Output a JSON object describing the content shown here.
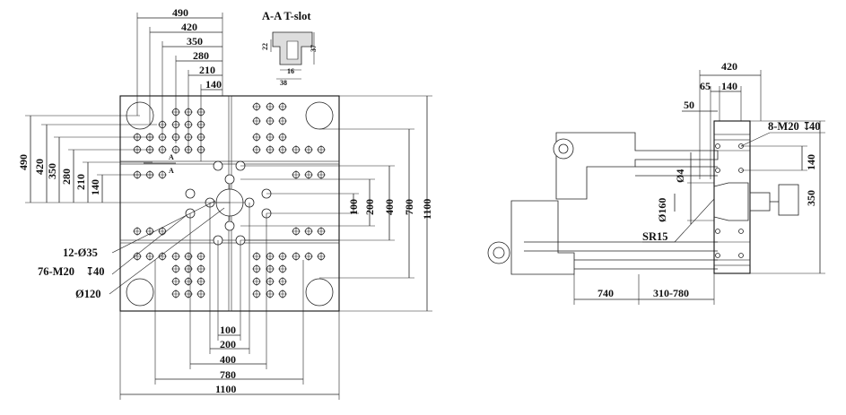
{
  "section_title": "A-A T-slot",
  "tslot_dims": {
    "d22": "22",
    "d37": "37",
    "d16": "16",
    "d38": "38"
  },
  "section_marker": "A",
  "top_dims": [
    "490",
    "420",
    "350",
    "280",
    "210",
    "140"
  ],
  "left_dims": [
    "490",
    "420",
    "350",
    "280",
    "210",
    "140"
  ],
  "right_dims": [
    "100",
    "200",
    "400",
    "780",
    "1100"
  ],
  "bottom_dims": [
    "100",
    "200",
    "400",
    "780",
    "1100"
  ],
  "callouts": {
    "holes": "12-Ø35",
    "threads": "76-M20",
    "thread_depth": "40",
    "center_bore": "Ø120"
  },
  "side_view": {
    "width": "420",
    "d65": "65",
    "d140_top": "140",
    "d50": "50",
    "thread": "8-M20",
    "thread_depth": "40",
    "d140_right": "140",
    "d350": "350",
    "d4": "Ø4",
    "d160": "Ø160",
    "sr": "SR15",
    "d740": "740",
    "stroke_range": "310-780"
  }
}
